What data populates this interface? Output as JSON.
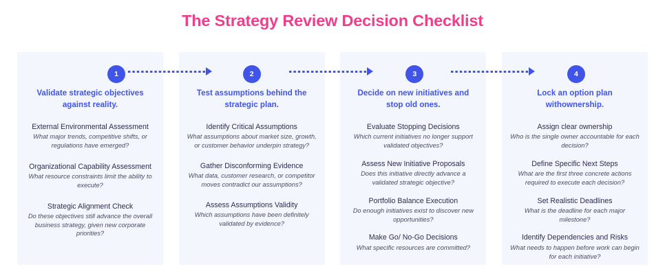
{
  "title": "The Strategy Review Decision Checklist",
  "colors": {
    "title_pink": "#EE3E8C",
    "accent_blue": "#4054E8",
    "card_background": "#F4F6FD",
    "item_title": "#2C2C4D",
    "item_description": "#4B4B63",
    "page_background": "#FFFFFF"
  },
  "columns": [
    {
      "number": "1",
      "heading": "Validate strategic objectives against reality.",
      "items": [
        {
          "title": "External Environmental Assessment",
          "description": "What major trends, competitive shifts, or regulations have emerged?"
        },
        {
          "title": "Organizational Capability Assessment",
          "description": "What resource constraints limit the ability to execute?"
        },
        {
          "title": "Strategic Alignment Check",
          "description": "Do these objectives still advance the overall business strategy, given new corporate priorities?"
        }
      ]
    },
    {
      "number": "2",
      "heading": "Test assumptions behind the strategic plan.",
      "items": [
        {
          "title": "Identify Critical Assumptions",
          "description": "What assumptions about market size, growth, or customer behavior underpin strategy?"
        },
        {
          "title": "Gather Disconforming Evidence",
          "description": "What data, customer research, or competitor moves contradict our assumptions?"
        },
        {
          "title": "Assess Assumptions Validity",
          "description": "Which assumptions have been definitely validated by evidence?"
        }
      ]
    },
    {
      "number": "3",
      "heading": "Decide on new initiatives and stop old ones.",
      "items": [
        {
          "title": "Evaluate Stopping Decisions",
          "description": "Which current initiatives no longer support validated objectives?"
        },
        {
          "title": "Assess New Initiative Proposals",
          "description": "Does this initiative directly advance a validated strategic objective?"
        },
        {
          "title": "Portfolio Balance Execution",
          "description": "Do enough initiatives exist to discover new opportunities?"
        },
        {
          "title": "Make Go/ No-Go Decisions",
          "description": "What specific resources are committed?"
        }
      ]
    },
    {
      "number": "4",
      "heading": "Lock an option plan withownership.",
      "items": [
        {
          "title": "Assign clear ownership",
          "description": "Who is the single owner accountable for each decision?"
        },
        {
          "title": "Define Specific Next Steps",
          "description": "What are the first three concrete actions required to execute each decision?"
        },
        {
          "title": "Set Realistic Deadlines",
          "description": "What is the deadline for each major milestone?"
        },
        {
          "title": "Identify Dependencies and Risks",
          "description": "What needs to happen before work can begin for each initiative?"
        }
      ]
    }
  ]
}
